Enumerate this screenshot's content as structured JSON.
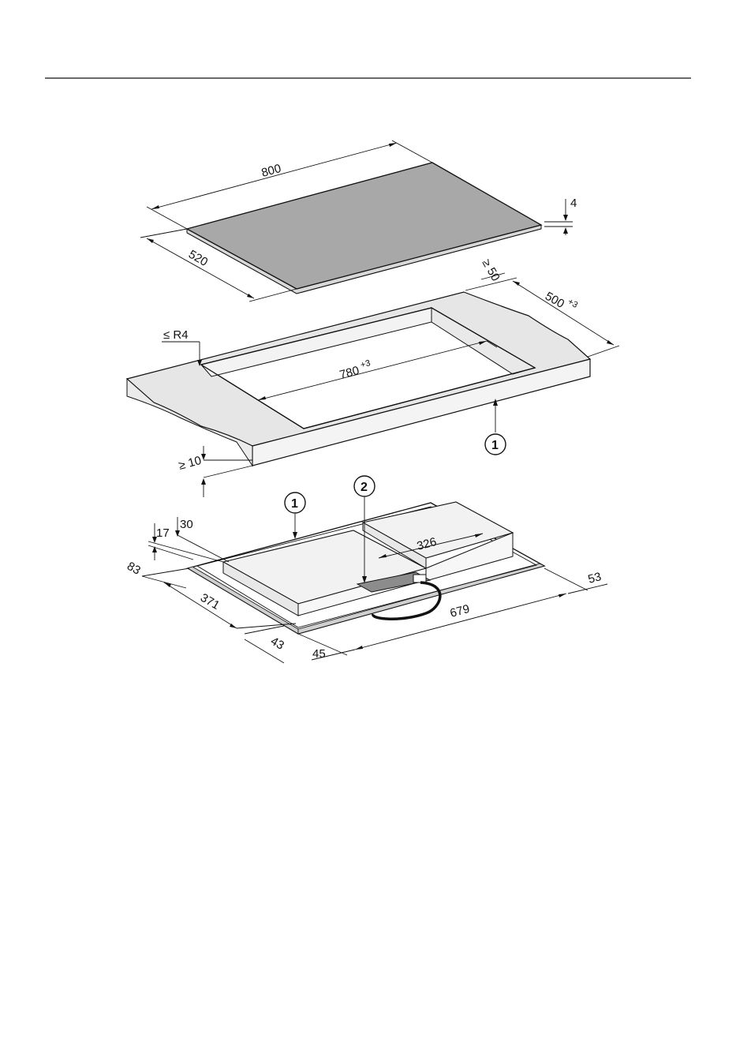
{
  "colors": {
    "glass_top": "#a8a8a8",
    "worktop": "#e6e6e6",
    "worktop_side": "#efefef",
    "hob_body": "#f2f2f2",
    "line": "#111111"
  },
  "hob_dimensions": {
    "width": "800",
    "depth": "520",
    "thickness": "4"
  },
  "cutout_dimensions": {
    "width": "780",
    "width_tol": "+3",
    "depth": "500",
    "depth_tol": "+3",
    "radius": "≤ R4",
    "rear_clearance": "≥ 50",
    "front_clearance": "≥ 10"
  },
  "underside_dimensions": {
    "d_17": "17",
    "d_30": "30",
    "d_83": "83",
    "d_371": "371",
    "d_43": "43",
    "d_45": "45",
    "d_679": "679",
    "d_53": "53",
    "d_326": "326"
  },
  "callouts": {
    "worktop_ref": "1",
    "underside_ref": "1",
    "connection_ref": "2"
  }
}
